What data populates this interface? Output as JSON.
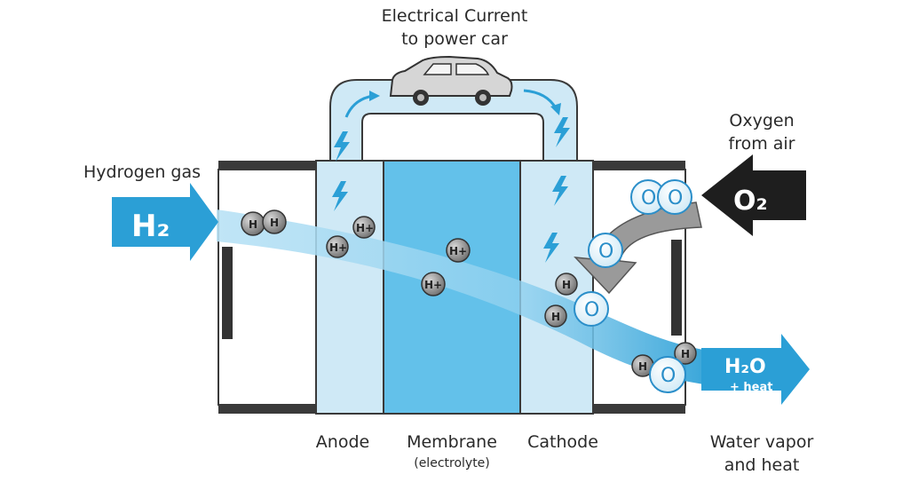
{
  "labels": {
    "current_line1": "Electrical Current",
    "current_line2": "to power car",
    "oxygen_line1": "Oxygen",
    "oxygen_line2": "from air",
    "hydrogen_gas": "Hydrogen gas",
    "anode": "Anode",
    "membrane": "Membrane",
    "electrolyte": "(electrolyte)",
    "cathode": "Cathode",
    "water_line1": "Water vapor",
    "water_line2": "and heat"
  },
  "arrows": {
    "h2": "H₂",
    "o2": "O₂",
    "h2o": "H₂O",
    "heat": "+ heat"
  },
  "particles": {
    "h": "H",
    "h_ion": "H+",
    "o": "O"
  },
  "colors": {
    "arrow_blue": "#2b9fd6",
    "panel_light": "#cfe9f6",
    "membrane": "#63c1ea",
    "o2_arrow": "#1e1e1e"
  }
}
